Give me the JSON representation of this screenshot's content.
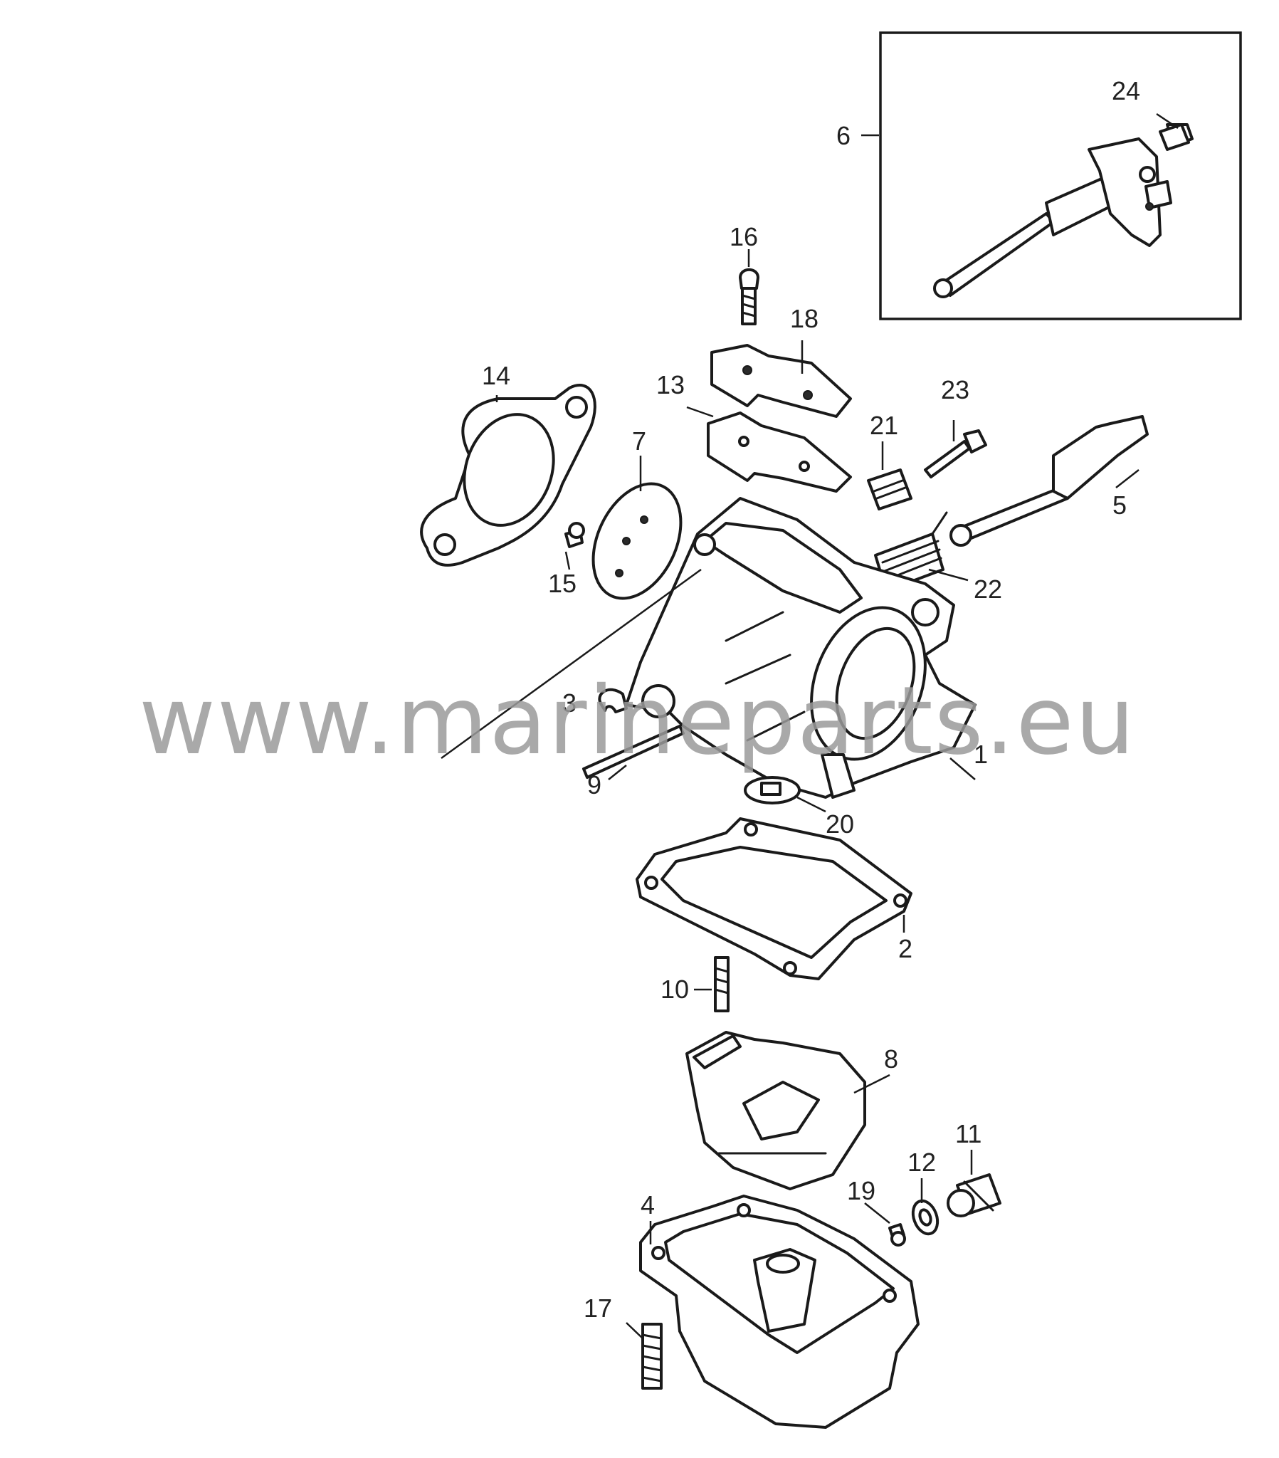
{
  "watermark": "www.marineparts.eu",
  "callouts": {
    "c1": "1",
    "c2": "2",
    "c3": "3",
    "c4": "4",
    "c5": "5",
    "c6": "6",
    "c7": "7",
    "c8": "8",
    "c9": "9",
    "c10": "10",
    "c11": "11",
    "c12": "12",
    "c13": "13",
    "c14": "14",
    "c15": "15",
    "c16": "16",
    "c17": "17",
    "c18": "18",
    "c19": "19",
    "c20": "20",
    "c21": "21",
    "c22": "22",
    "c23": "23",
    "c24": "24"
  }
}
